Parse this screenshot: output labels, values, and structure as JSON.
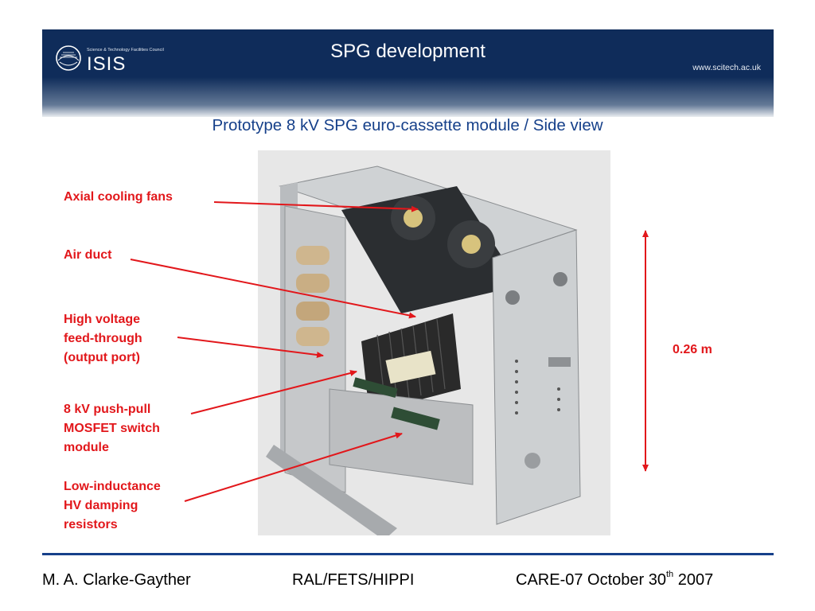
{
  "header": {
    "title": "SPG development",
    "logo_council": "Science & Technology Facilities Council",
    "logo_name": "ISIS",
    "website": "www.scitech.ac.uk"
  },
  "subtitle": "Prototype 8 kV SPG euro-cassette module / Side view",
  "labels": {
    "fans": "Axial cooling fans",
    "duct": "Air duct",
    "feedthrough": [
      "High voltage",
      "feed-through",
      "(output port)"
    ],
    "mosfet": [
      "8 kV push-pull",
      "MOSFET switch",
      "module"
    ],
    "resistors": [
      "Low-inductance",
      "HV damping",
      "resistors"
    ],
    "dimension": "0.26 m"
  },
  "colors": {
    "navy": "#0f2c5a",
    "accent_blue": "#16408a",
    "annotation_red": "#e2171b"
  },
  "footer": {
    "author": "M. A. Clarke-Gayther",
    "org": "RAL/FETS/HIPPI",
    "event_prefix": "CARE-07 October 30",
    "event_sup": "th",
    "event_suffix": " 2007"
  }
}
